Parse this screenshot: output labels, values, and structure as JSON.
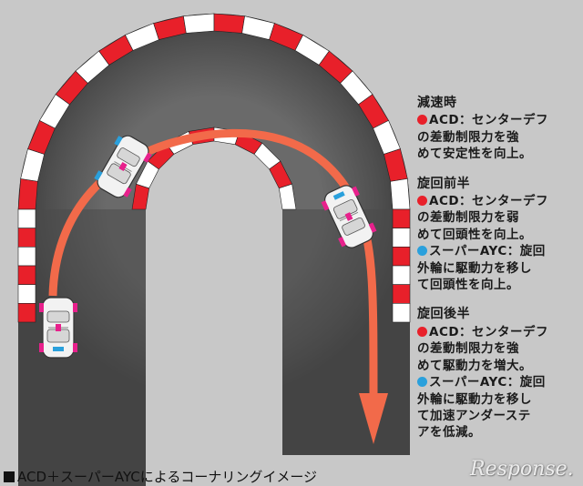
{
  "notes": {
    "decel": {
      "heading": "減速時",
      "items": [
        {
          "dot": "red",
          "lines": [
            "ACD：センターデフ",
            "の差動制限力を強",
            "めて安定性を向上。"
          ]
        }
      ]
    },
    "first_half": {
      "heading": "旋回前半",
      "items": [
        {
          "dot": "red",
          "lines": [
            "ACD：センターデフ",
            "の差動制限力を弱",
            "めて回頭性を向上。"
          ]
        },
        {
          "dot": "blue",
          "lines": [
            "スーパーAYC：旋回",
            "外輪に駆動力を移し",
            "て回頭性を向上。"
          ]
        }
      ]
    },
    "second_half": {
      "heading": "旋回後半",
      "items": [
        {
          "dot": "red",
          "lines": [
            "ACD：センターデフ",
            "の差動制限力を強",
            "めて駆動力を増大。"
          ]
        },
        {
          "dot": "blue",
          "lines": [
            "スーパーAYC：旋回",
            "外輪に駆動力を移し",
            "て加速アンダーステ",
            "アを低減。"
          ]
        }
      ]
    }
  },
  "caption": "ACD＋スーパーAYCによるコーナリングイメージ",
  "watermark": "Response.",
  "colors": {
    "red_dot": "#e8202a",
    "blue_dot": "#2aa0dc",
    "path_arrow": "#f26a4a",
    "kerb_red": "#e8202a",
    "road": "#555555"
  }
}
